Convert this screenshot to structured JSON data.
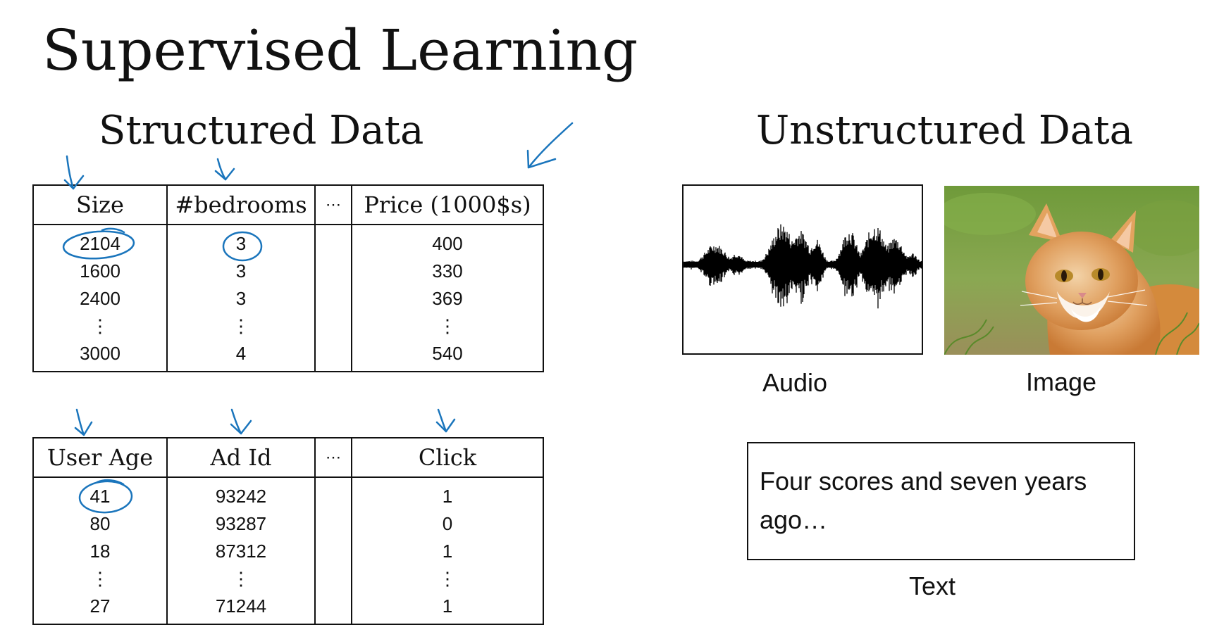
{
  "title": "Supervised Learning",
  "structured": {
    "heading": "Structured Data",
    "housing_table": {
      "headers": [
        "Size",
        "#bedrooms",
        "⋯",
        "Price (1000$s)"
      ],
      "rows": [
        [
          "2104",
          "3",
          "",
          "400"
        ],
        [
          "1600",
          "3",
          "",
          "330"
        ],
        [
          "2400",
          "3",
          "",
          "369"
        ],
        [
          "⋮",
          "⋮",
          "",
          "⋮"
        ],
        [
          "3000",
          "4",
          "",
          "540"
        ]
      ]
    },
    "ads_table": {
      "headers": [
        "User Age",
        "Ad Id",
        "⋯",
        "Click"
      ],
      "rows": [
        [
          "41",
          "93242",
          "",
          "1"
        ],
        [
          "80",
          "93287",
          "",
          "0"
        ],
        [
          "18",
          "87312",
          "",
          "1"
        ],
        [
          "⋮",
          "⋮",
          "",
          "⋮"
        ],
        [
          "27",
          "71244",
          "",
          "1"
        ]
      ]
    }
  },
  "unstructured": {
    "heading": "Unstructured Data",
    "audio_label": "Audio",
    "image_label": "Image",
    "text_sample": "Four scores and seven years ago…",
    "text_label": "Text"
  },
  "colors": {
    "annotation": "#1a75bc",
    "ink": "#111111"
  },
  "icons": {
    "audio": "audio-waveform",
    "image": "cat-photo"
  }
}
